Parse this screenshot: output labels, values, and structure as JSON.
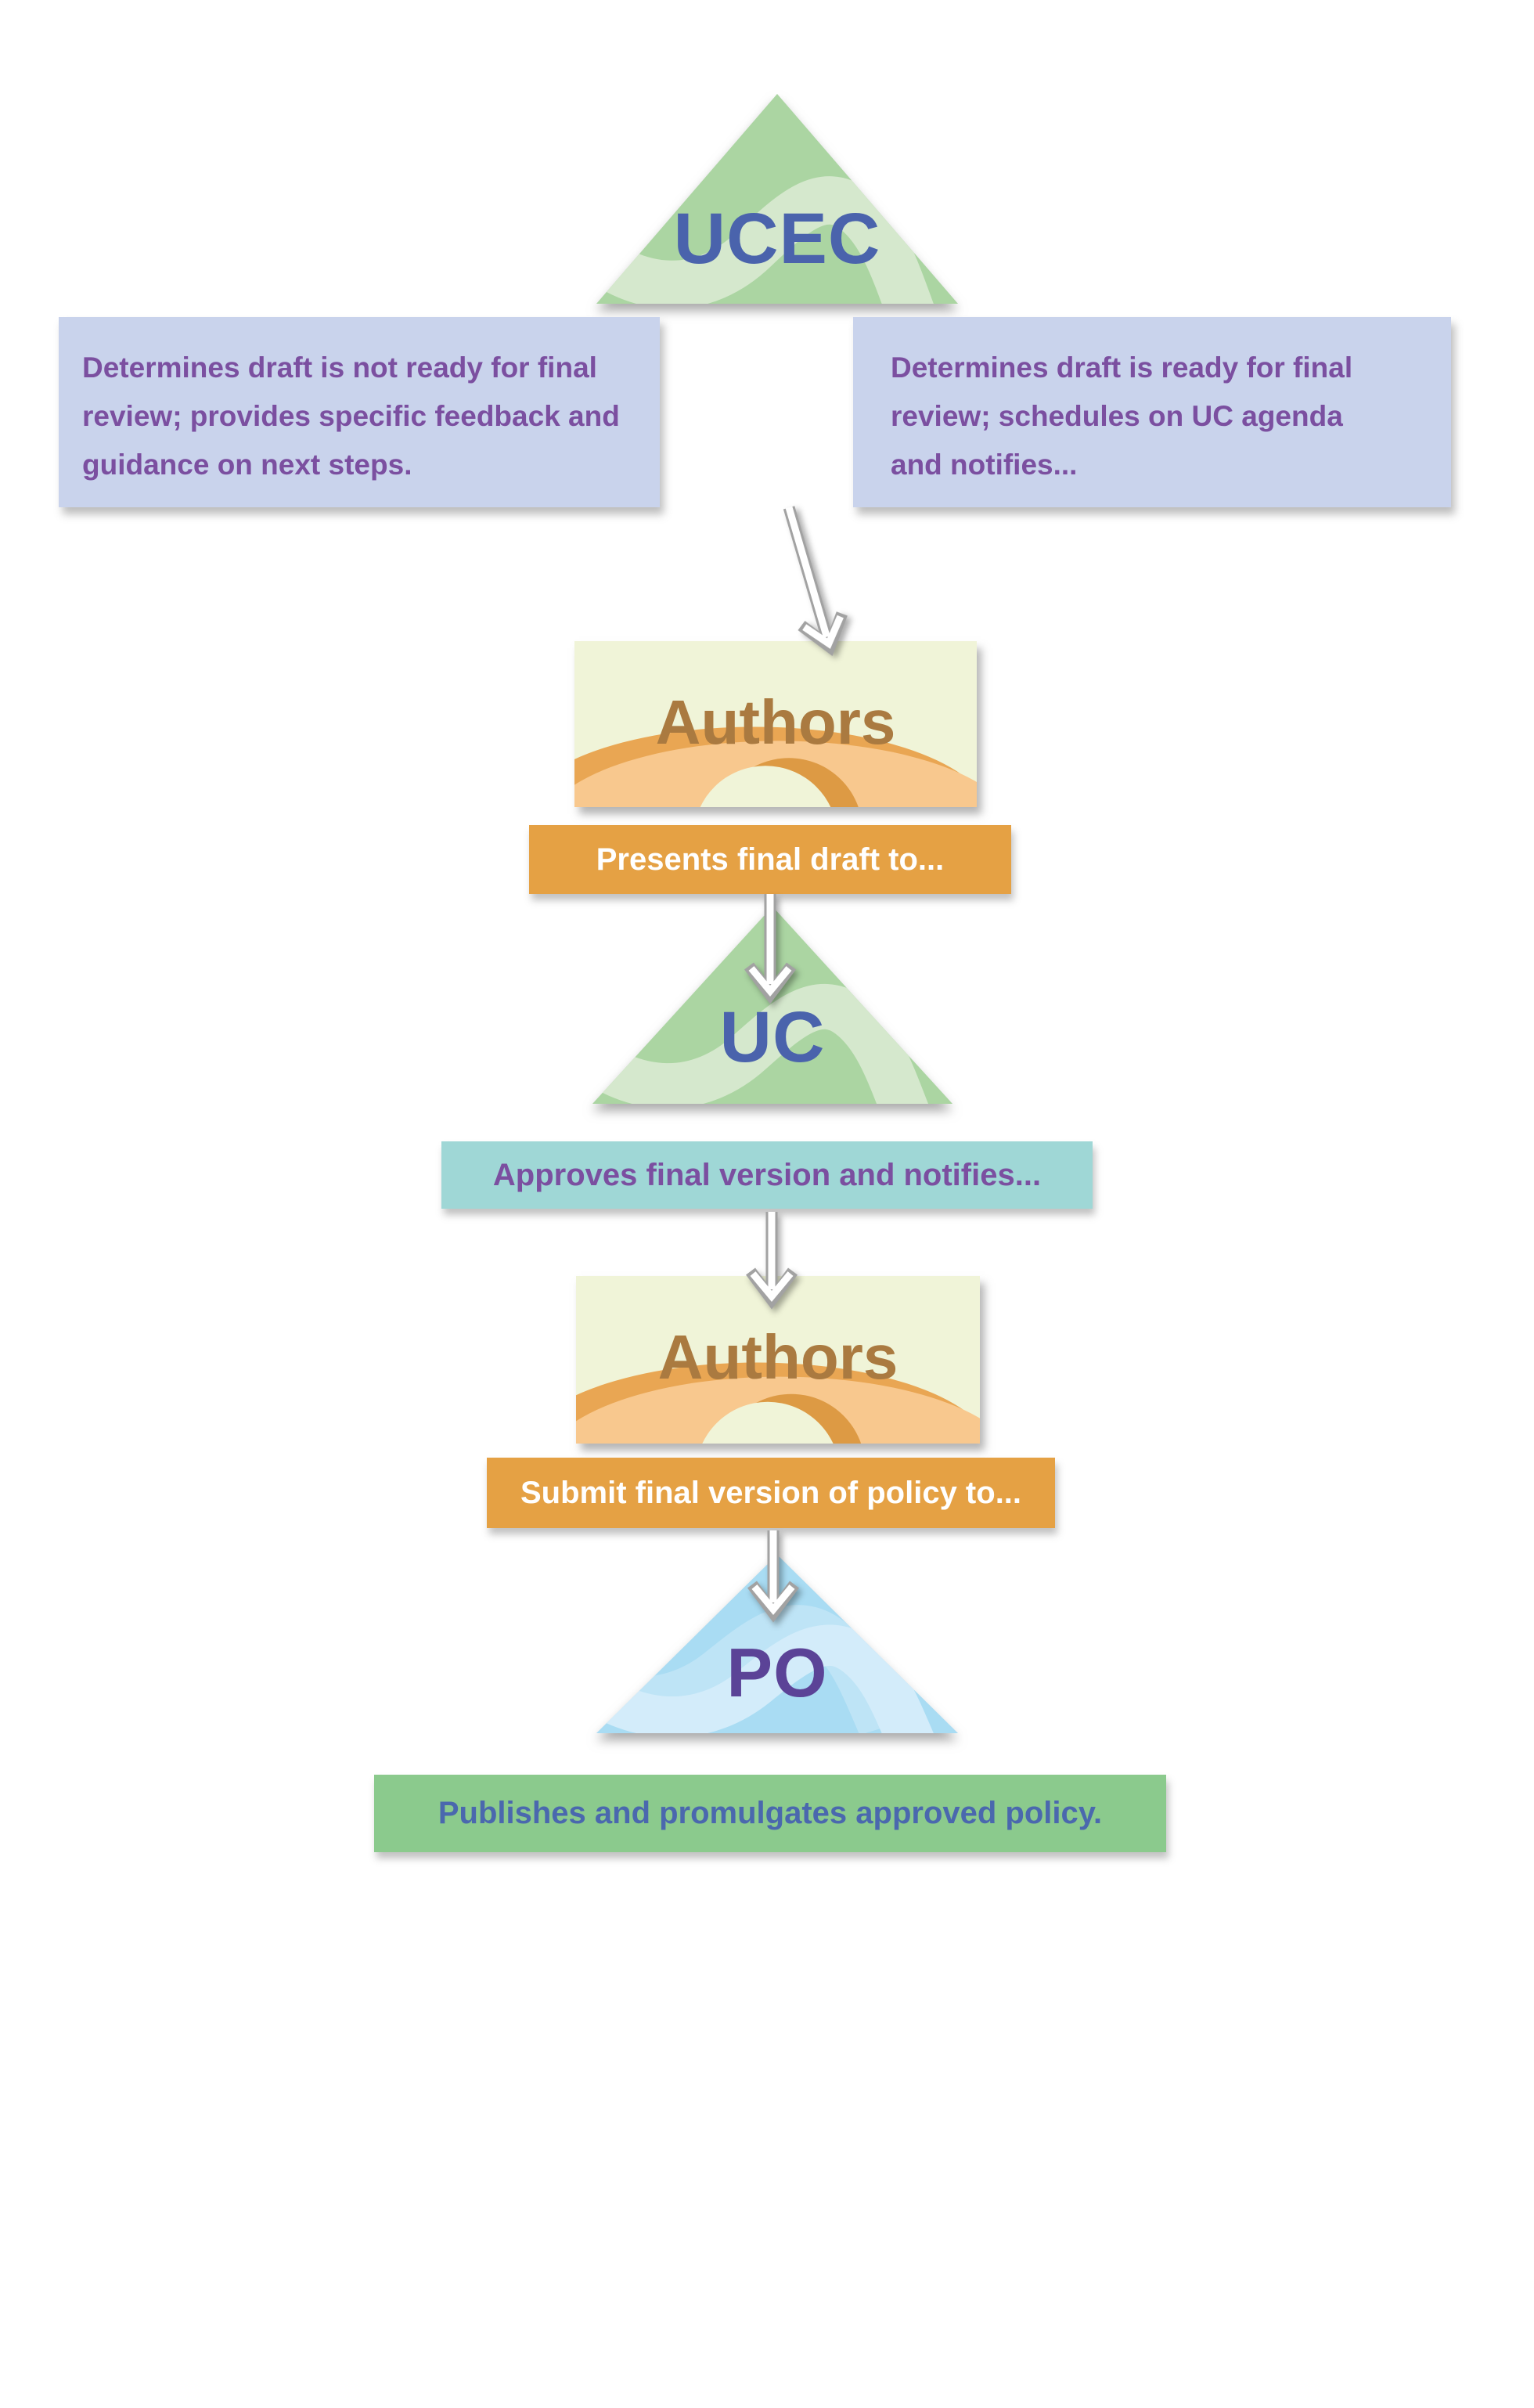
{
  "palette": {
    "triangle_green": "#abd5a2",
    "triangle_green_wave": "#d5e8cd",
    "triangle_blue": "#a9dcf3",
    "triangle_blue_wave": "#d3ecfa",
    "note_bg": "#c9d3ec",
    "purple_text": "#7b4fa0",
    "blue_label": "#4a63ac",
    "po_label": "#5b4397",
    "cream_bg": "#f0f4d8",
    "brown_label": "#aa7a40",
    "arch_light": "#f8c88e",
    "arch_mid": "#e9a653",
    "arch_dark": "#dd9a44",
    "banner_orange": "#e5a144",
    "banner_teal": "#9fd7d6",
    "banner_green": "#8bca8d",
    "green_banner_text": "#4a68ae",
    "banner_white_text": "#ffffff",
    "arrow_white": "#ffffff",
    "arrow_edge": "#a2a2a2"
  },
  "flow": {
    "ucec": {
      "label": "UCEC"
    },
    "note_not_ready": {
      "lines": [
        "Determines draft is not ready for final",
        "review; provides specific feedback and",
        "guidance on next steps."
      ]
    },
    "note_ready": {
      "lines": [
        "Determines draft is ready for final",
        "review; schedules on UC agenda",
        "and notifies..."
      ]
    },
    "authors_first": {
      "label": "Authors"
    },
    "presents": {
      "text": "Presents final draft to..."
    },
    "uc": {
      "label": "UC"
    },
    "approves": {
      "text": "Approves final version and notifies..."
    },
    "authors_second": {
      "label": "Authors"
    },
    "submit": {
      "text": "Submit final version of policy to..."
    },
    "po": {
      "label": "PO"
    },
    "publishes": {
      "text": "Publishes and promulgates approved policy."
    }
  }
}
